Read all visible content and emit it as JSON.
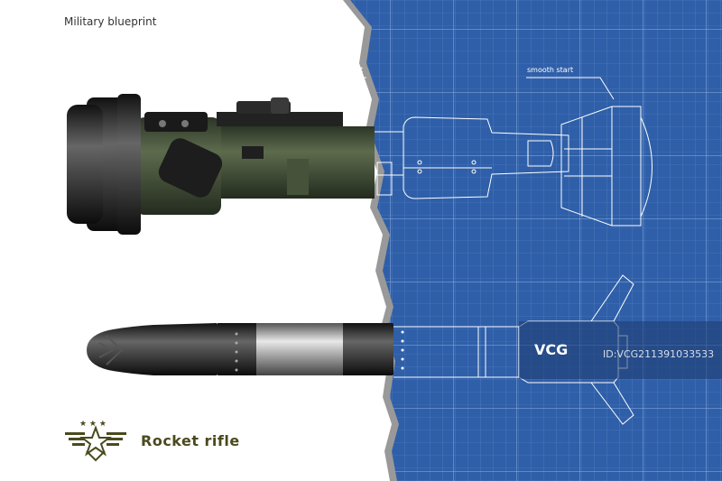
{
  "title": "Military blueprint",
  "labels": {
    "left_partial": "ght",
    "smooth_start": "smooth start"
  },
  "brand": {
    "word1": "Rocket",
    "word2": "rifle"
  },
  "watermark": {
    "logo": "VCG",
    "id": "ID:VCG211391033533"
  },
  "colors": {
    "blueprint": "#2f5fa8",
    "olive": "#3e4a34",
    "brand": "#4a4a1e"
  }
}
